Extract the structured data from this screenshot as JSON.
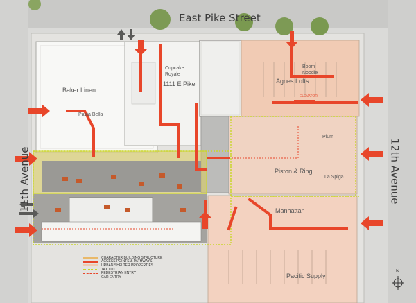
{
  "streets": {
    "north": "East Pike Street",
    "west": "11th Avenue",
    "east": "12th Avenue"
  },
  "buildings": [
    {
      "key": "baker",
      "label": "Baker Linen"
    },
    {
      "key": "pasta",
      "label": "Pasta Bella"
    },
    {
      "key": "cupcake",
      "label": "Cupcake Royale"
    },
    {
      "key": "pike1111",
      "label": "1111 E Pike"
    },
    {
      "key": "boom",
      "label": "Boom Noodle"
    },
    {
      "key": "agnes",
      "label": "Agnes Lofts"
    },
    {
      "key": "elevator",
      "label": "ELEVATOR"
    },
    {
      "key": "plum",
      "label": "Plum"
    },
    {
      "key": "piston",
      "label": "Piston & Ring"
    },
    {
      "key": "laspiga",
      "label": "La Spiga"
    },
    {
      "key": "manhattan",
      "label": "Manhattan"
    },
    {
      "key": "pacific",
      "label": "Pacific Supply"
    }
  ],
  "legend": [
    {
      "label": "CHARACTER BUILDING STRUCTURE",
      "color": "#e9b96a"
    },
    {
      "label": "ACCESS POINTS & PATHWAYS",
      "color": "#e8462a"
    },
    {
      "label": "URBAN SHELTER PROPERTIES",
      "color": "#f2c9b0"
    },
    {
      "label": "TAX LOT",
      "color": "#c9d62a"
    },
    {
      "label": "PEDESTRIAN ENTRY",
      "color": "#e8462a"
    },
    {
      "label": "CAR ENTRY",
      "color": "#555555"
    }
  ],
  "north_label": "N",
  "colors": {
    "access": "#e8462a",
    "properties": "#f2c9b0",
    "taxlot": "#c9d62a",
    "character": "#e9b96a",
    "building": "#f7f7f5",
    "street": "#d6d6d4"
  }
}
